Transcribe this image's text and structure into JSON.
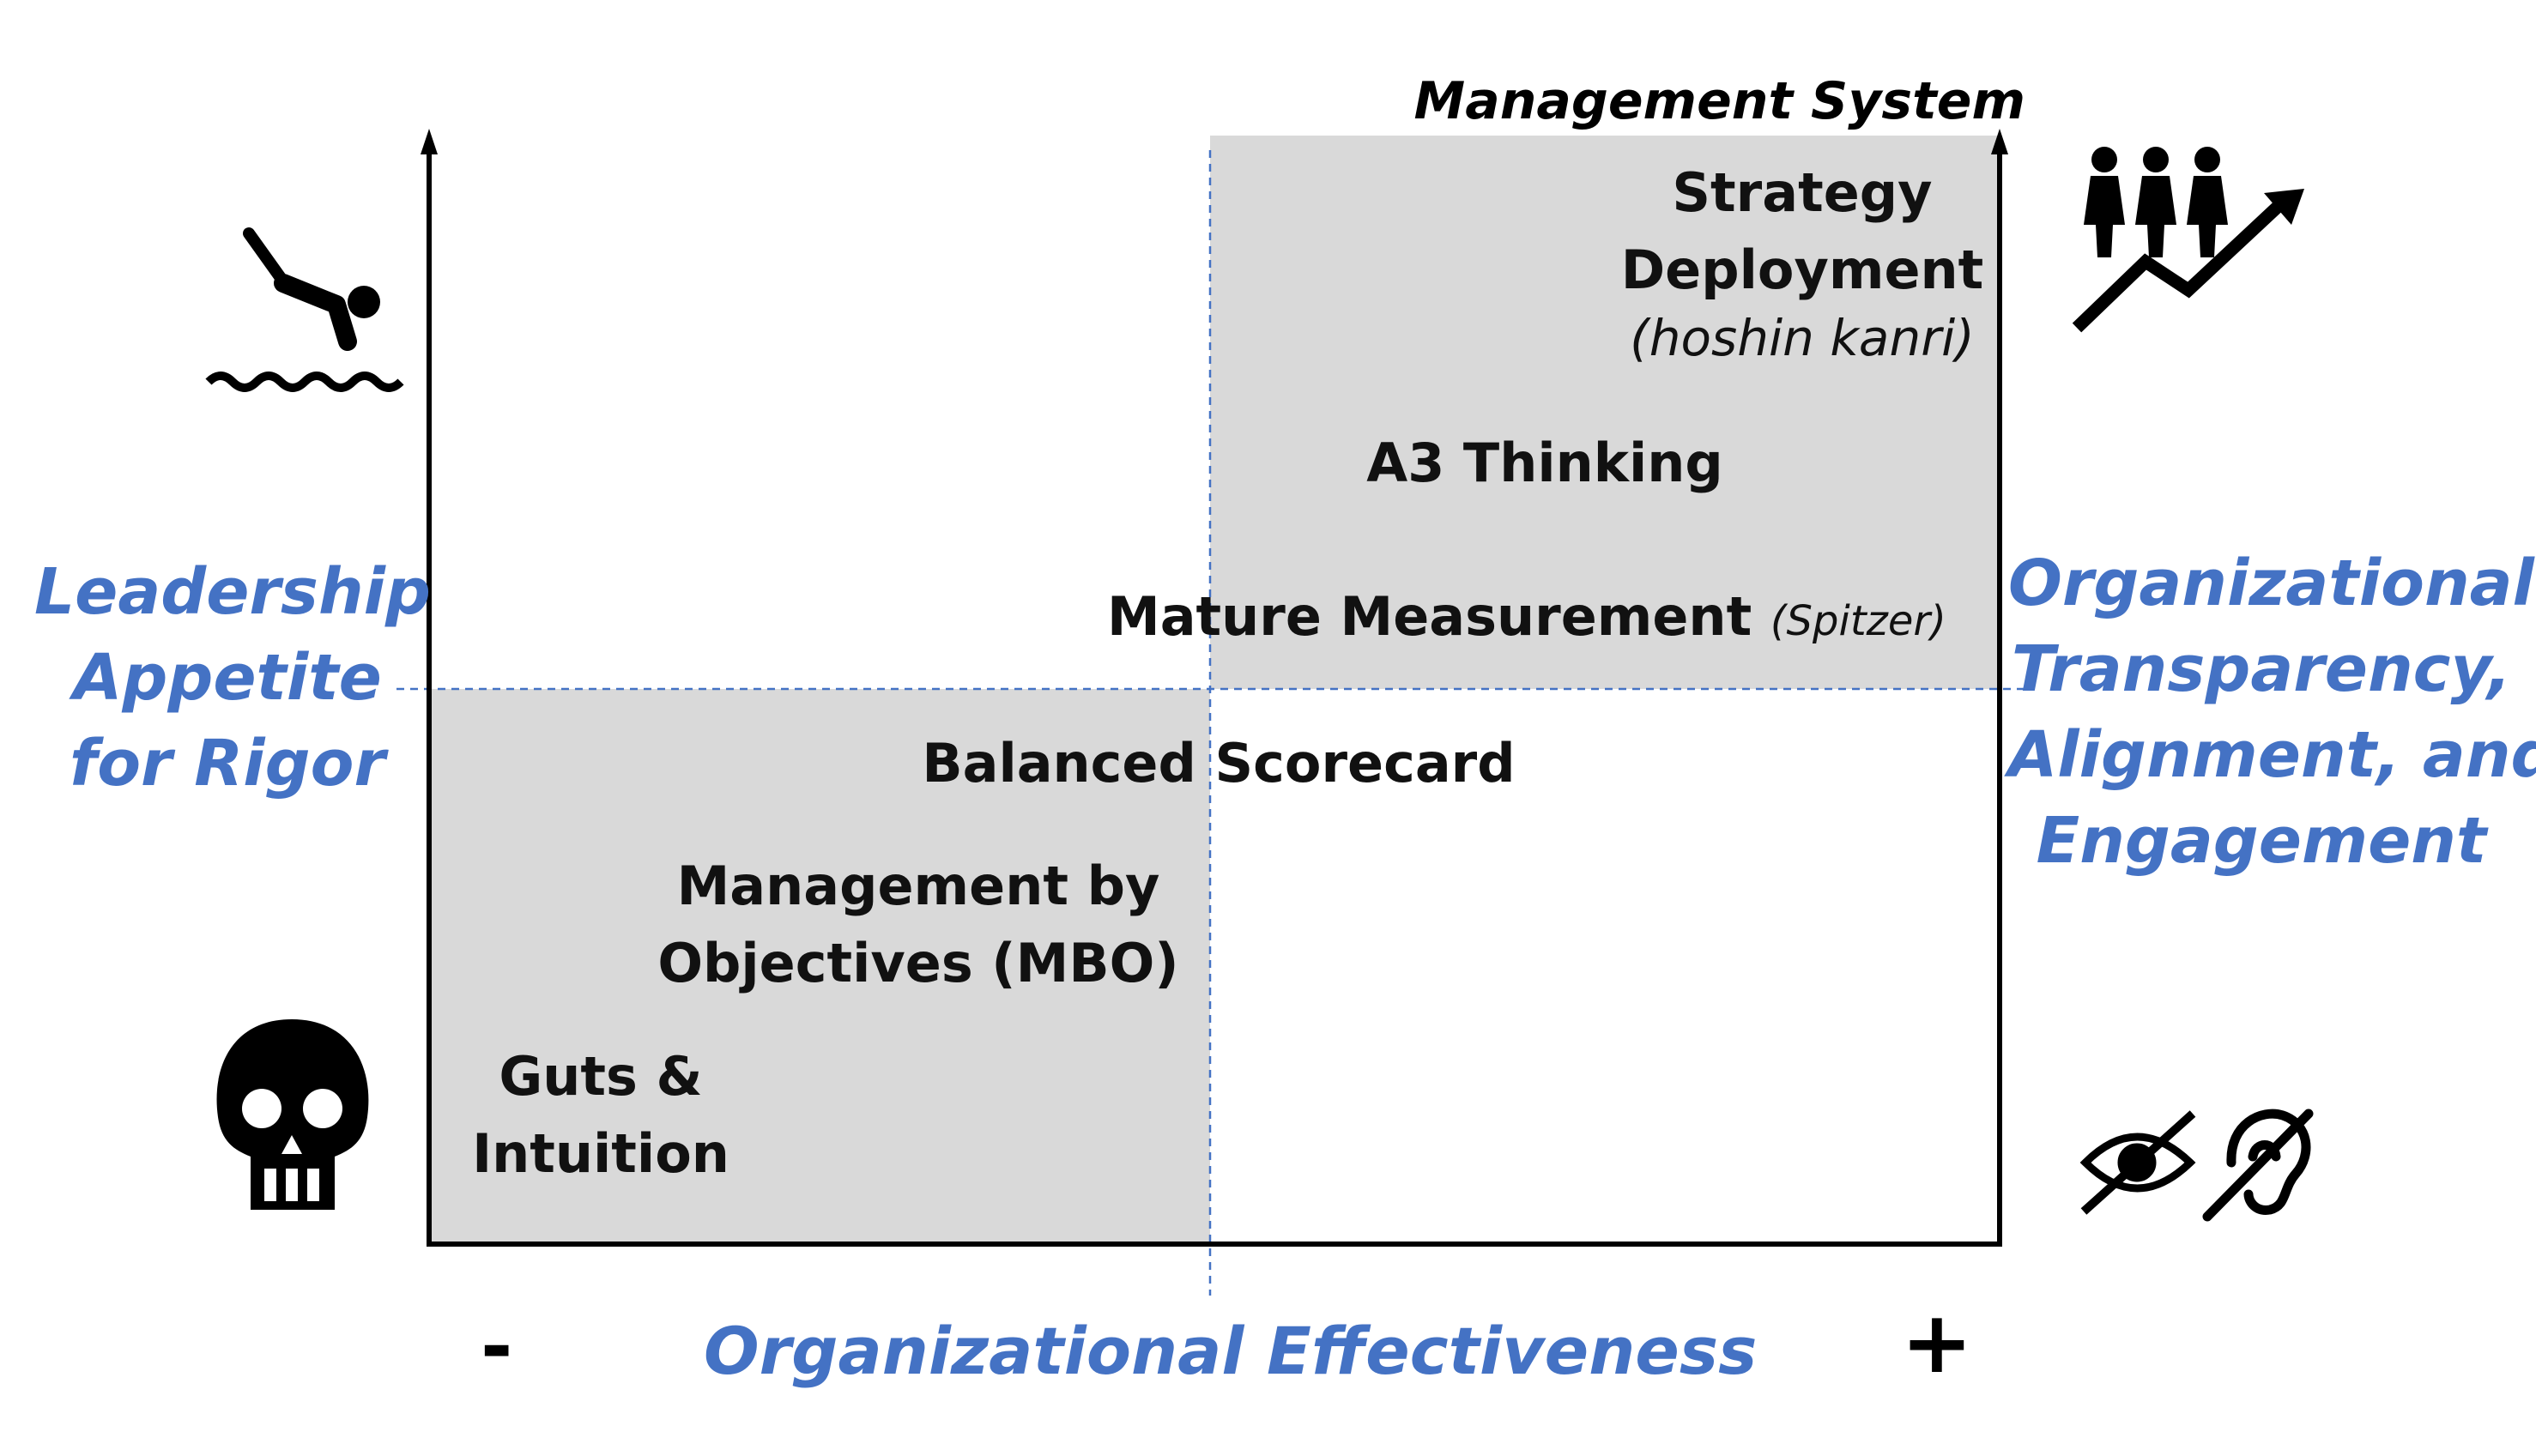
{
  "diagram": {
    "title": "Management System",
    "y_axis_label": [
      "Leadership",
      "Appetite",
      "for Rigor"
    ],
    "right_axis_label": [
      "Organizational",
      "Transparency,",
      "Alignment, and",
      "Engagement"
    ],
    "x_axis_label": "Organizational Effectiveness",
    "x_axis_min_label": "-",
    "x_axis_max_label": "+",
    "items": {
      "strategy_line1": "Strategy",
      "strategy_line2": "Deployment",
      "strategy_note": "(hoshin kanri)",
      "a3": "A3 Thinking",
      "mature": "Mature Measurement",
      "mature_note": "(Spitzer)",
      "balanced": "Balanced Scorecard",
      "mbo_line1": "Management by",
      "mbo_line2": "Objectives (MBO)",
      "guts_line1": "Guts &",
      "guts_line2": "Intuition"
    },
    "icons": [
      "diving-icon",
      "skull-icon",
      "people-growth-icon",
      "blind-icon",
      "deaf-icon"
    ],
    "colors": {
      "accent": "#4472c4",
      "shade": "#d9d9d9",
      "ink": "#000000"
    }
  }
}
